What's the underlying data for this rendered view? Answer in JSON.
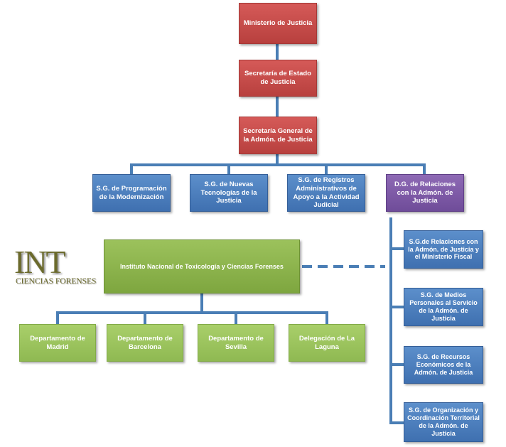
{
  "colors": {
    "connector": "#4a7eb5",
    "red": "#c94c4a",
    "blue": "#4a7ebb",
    "purple": "#7d5aa6",
    "green": "#8bb24a",
    "light_green": "#9cc463"
  },
  "logo": {
    "letters": "INT",
    "subtitle": "CIENCIAS FORENSES"
  },
  "nodes": {
    "ministerio": "Ministerio de Justicia",
    "secretaria_estado": "Secretaría de Estado de Justicia",
    "secretaria_general": "Secretaría General de la Admón. de Justicia",
    "sg_programacion": "S.G. de Programación de la Modernización",
    "sg_nuevas_tecnologias": "S.G. de Nuevas Tecnologías de la Justicia",
    "sg_registros": "S.G. de Registros Administrativos de Apoyo a la Actividad Judicial",
    "dg_relaciones": "D.G. de Relaciones con la Admón. de Justicia",
    "instituto": "Instituto Nacional de Toxicología y Ciencias Forenses",
    "dep_madrid": "Departamento de Madrid",
    "dep_barcelona": "Departamento de Barcelona",
    "dep_sevilla": "Departamento de Sevilla",
    "delegacion_laguna": "Delegación de La Laguna",
    "sg_relaciones_fiscal": "S.G.de Relaciones con la Admón. de Justicia y el Ministerio Fiscal",
    "sg_medios_personales": "S.G. de Medios Personales al Servicio de la Admón. de Justicia",
    "sg_recursos_economicos": "S.G. de Recursos Económicos de la Admón. de Justicia",
    "sg_organizacion": "S.G. de Organización y Coordinación Territorial de la Admón. de Justicia"
  }
}
